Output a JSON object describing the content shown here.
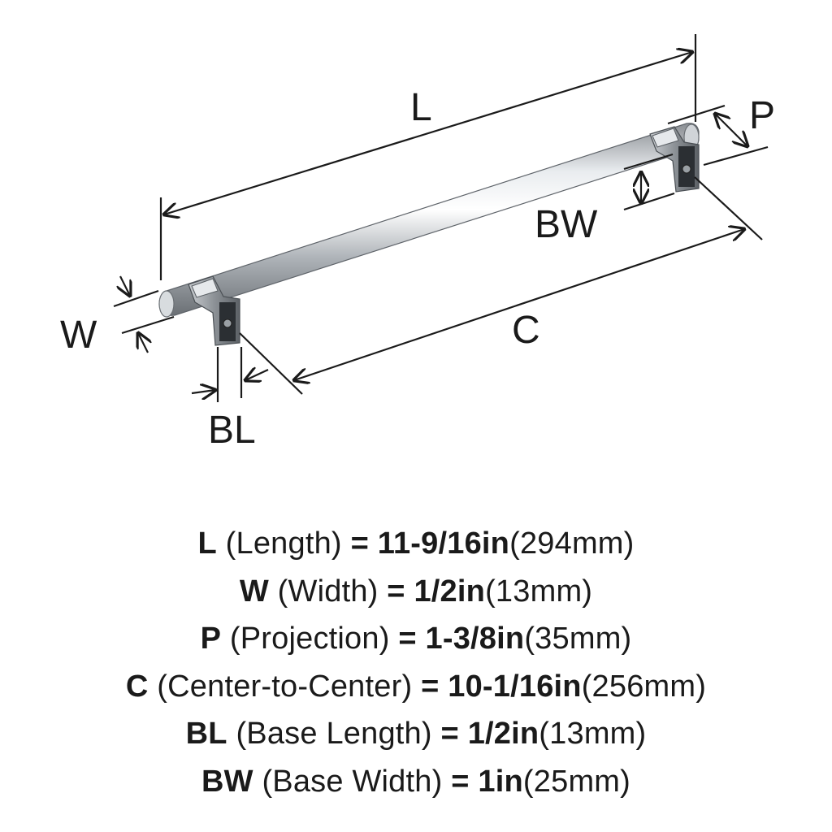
{
  "diagram": {
    "labels": {
      "L": "L",
      "P": "P",
      "BW": "BW",
      "C": "C",
      "W": "W",
      "BL": "BL"
    }
  },
  "specs": [
    {
      "abbr": "L",
      "name": "(Length)",
      "eq": "=",
      "inch": "11-9/16in",
      "mm": "(294mm)"
    },
    {
      "abbr": "W",
      "name": "(Width)",
      "eq": "=",
      "inch": "1/2in",
      "mm": "(13mm)"
    },
    {
      "abbr": "P",
      "name": "(Projection)",
      "eq": "=",
      "inch": "1-3/8in",
      "mm": "(35mm)"
    },
    {
      "abbr": "C",
      "name": "(Center-to-Center)",
      "eq": "=",
      "inch": "10-1/16in",
      "mm": "(256mm)"
    },
    {
      "abbr": "BL",
      "name": "(Base Length)",
      "eq": "=",
      "inch": "1/2in",
      "mm": "(13mm)"
    },
    {
      "abbr": "BW",
      "name": "(Base Width)",
      "eq": "=",
      "inch": "1in",
      "mm": "(25mm)"
    }
  ]
}
